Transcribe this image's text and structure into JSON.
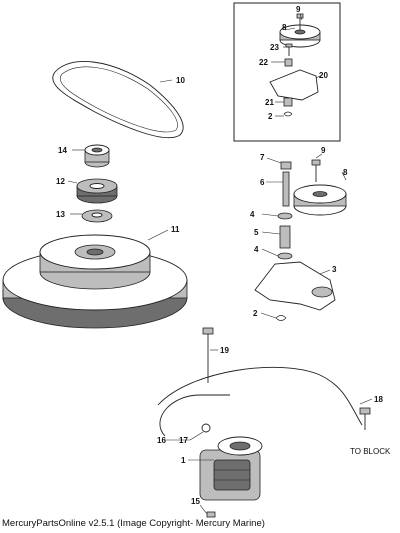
{
  "diagram": {
    "callouts": [
      "1",
      "2",
      "2",
      "3",
      "4",
      "4",
      "5",
      "6",
      "7",
      "8",
      "8",
      "9",
      "9",
      "10",
      "11",
      "12",
      "13",
      "14",
      "15",
      "16",
      "17",
      "18",
      "19",
      "20",
      "21",
      "22",
      "23"
    ],
    "note": "TO BLOCK"
  },
  "footer": {
    "text": "MercuryPartsOnline v2.5.1 (Image Copyright- Mercury Marine)"
  }
}
